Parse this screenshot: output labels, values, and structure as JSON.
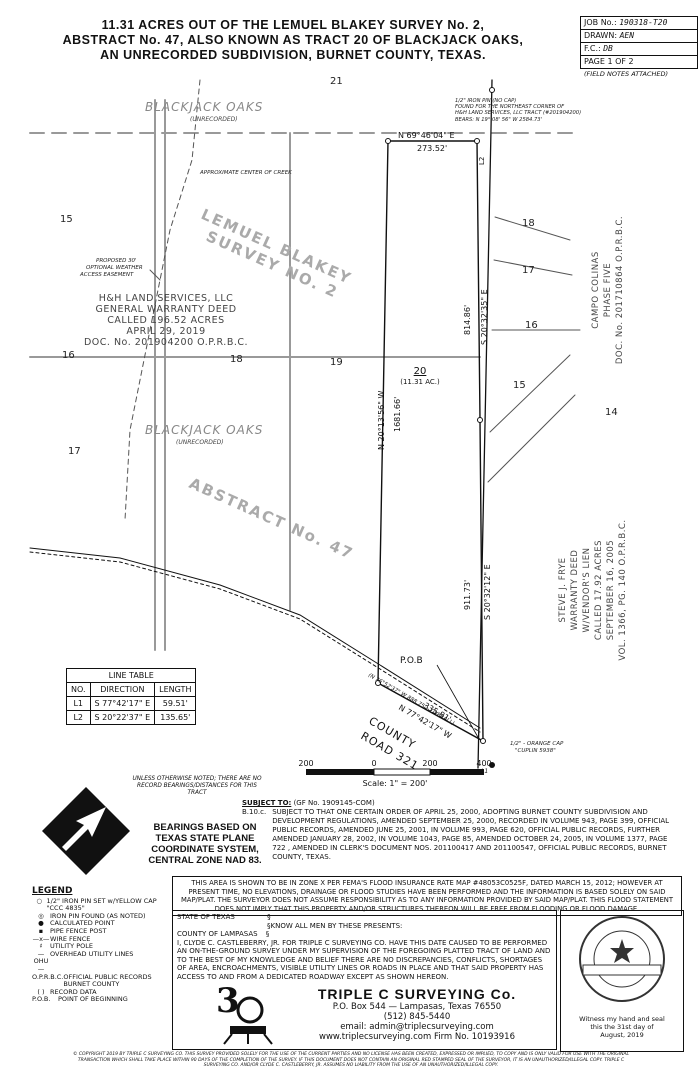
{
  "title": {
    "line1": "11.31 ACRES OUT OF THE LEMUEL BLAKEY SURVEY No. 2,",
    "line2": "ABSTRACT No. 47, ALSO KNOWN AS TRACT 20 OF BLACKJACK OAKS,",
    "line3": "AN UNRECORDED SUBDIVISION, BURNET COUNTY, TEXAS."
  },
  "job": {
    "job_label": "JOB No.:",
    "job_value": "190318-T20",
    "drawn_label": "DRAWN:",
    "drawn_value": "AEN",
    "fc_label": "F.C.:",
    "fc_value": "DB",
    "page": "PAGE 1 OF 2",
    "field_notes": "(FIELD NOTES ATTACHED)"
  },
  "map": {
    "lot21": "21",
    "lot15w": "15",
    "lot16w": "16",
    "lot18": "18",
    "lot19": "19",
    "lot17w": "17",
    "lot18e": "18",
    "lot17e": "17",
    "lot16e": "16",
    "lot15e": "15",
    "lot14e": "14",
    "tract_num": "20",
    "tract_area": "(11.31 AC.)",
    "blackjack1": "BLACKJACK OAKS",
    "unrecorded1": "(UNRECORDED)",
    "blackjack2": "BLACKJACK OAKS",
    "unrecorded2": "(UNRECORDED)",
    "lemuel1": "LEMUEL BLAKEY",
    "lemuel2": "SURVEY NO. 2",
    "abstract": "ABSTRACT No. 47",
    "creek": "APPROXIMATE CENTER OF CREEK",
    "easement1": "PROPOSED 30'",
    "easement2": "OPTIONAL WEATHER",
    "easement3": "ACCESS EASEMENT",
    "hh1": "H&H LAND SERVICES, LLC",
    "hh2": "GENERAL WARRANTY DEED",
    "hh3": "CALLED 196.52 ACRES",
    "hh4": "APRIL 29, 2019",
    "hh5": "DOC. No. 201904200 O.P.R.B.C.",
    "pin1": "1/2\" IRON PIN (NO CAP)",
    "pin2": "FOUND FOR THE NORTHEAST CORNER OF",
    "pin3": "H&H LAND SERVICES, LLC TRACT (#201904200)",
    "pin4": "BEARS: N 19° 08' 56\" W  2584.73'",
    "north_brg": "N 69°46'04\" E",
    "north_dist": "273.52'",
    "west_brg": "N 20°13'56\" W",
    "west_dist": "1681.66'",
    "east1_dist": "814.86'",
    "east1_brg": "S 20°32'35\" E",
    "east2_dist": "911.73'",
    "east2_brg": "S 20°32'12\" E",
    "south_dist": "335.81'",
    "south_brg": "N 77°42'17\" W",
    "called": "(N 76°52'37\" W 888.75' - OVERALL)",
    "road1": "COUNTY",
    "road2": "ROAD 321",
    "pob": "P.O.B",
    "l1": "L1",
    "l2": "L2",
    "orange1": "1/2\" - ORANGE CAP",
    "orange2": "\"CUPLIN 5938\"",
    "campo1": "CAMPO COLINAS",
    "campo2": "PHASE FIVE",
    "campo3": "DOC. No. 201710864 O.P.R.B.C.",
    "frye1": "STEVE J. FRYE",
    "frye2": "WARRANTY DEED",
    "frye3": "W/VENDOR'S LIEN",
    "frye4": "CALLED 17.92 ACRES",
    "frye5": "SEPTEMBER 16, 2005",
    "frye6": "VOL. 1366, PG. 140 O.P.R.B.C.",
    "scale_200l": "200",
    "scale_0": "0",
    "scale_200": "200",
    "scale_400": "400",
    "scale_text": "Scale:  1\" = 200'"
  },
  "line_table": {
    "title": "LINE TABLE",
    "headers": [
      "NO.",
      "DIRECTION",
      "LENGTH"
    ],
    "rows": [
      [
        "L1",
        "S  77°42'17\"  E",
        "59.51'"
      ],
      [
        "L2",
        "S  20°22'37\"  E",
        "135.65'"
      ]
    ]
  },
  "unless": "UNLESS OTHERWISE NOTED; THERE ARE NO RECORD BEARINGS/DISTANCES FOR THIS TRACT",
  "bearings": [
    "BEARINGS BASED ON",
    "TEXAS STATE PLANE",
    "COORDINATE SYSTEM,",
    "CENTRAL ZONE NAD 83."
  ],
  "subject": {
    "heading": "SUBJECT TO:",
    "gf": "(GF No. 1909145-COM)",
    "code": "B.10.c.",
    "body": "SUBJECT TO THAT ONE CERTAIN ORDER OF APRIL 25, 2000, ADOPTING BURNET COUNTY SUBDIVISION AND DEVELOPMENT REGULATIONS, AMENDED SEPTEMBER 25, 2000, RECORDED IN VOLUME 943, PAGE 399, OFFICIAL PUBLIC RECORDS, AMENDED JUNE 25, 2001, IN VOLUME 993, PAGE 620, OFFICIAL PUBLIC RECORDS, FURTHER AMENDED JANUARY 28, 2002, IN VOLUME 1043, PAGE 85, AMENDED OCTOBER 24, 2005, IN VOLUME 1377, PAGE 722 , AMENDED IN CLERK'S DOCUMENT NOS. 201100417 AND 201100547, OFFICIAL PUBLIC RECORDS, BURNET COUNTY, TEXAS."
  },
  "flood": "THIS AREA IS SHOWN TO BE IN ZONE X PER FEMA'S FLOOD INSURANCE RATE MAP #48053C0525F, DATED MARCH 15, 2012; HOWEVER AT PRESENT TIME, NO ELEVATIONS, DRAINAGE OR FLOOD STUDIES HAVE BEEN PERFORMED AND THE INFORMATION IS BASED SOLELY ON SAID MAP/PLAT. THE SURVEYOR DOES NOT ASSUME RESPONSIBILITY AS TO ANY INFORMATION PROVIDED BY SAID MAP/PLAT. THIS FLOOD STATEMENT DOES NOT IMPLY THAT THIS PROPERTY AND/OR STRUCTURES THEREON WILL BE FREE FROM FLOODING OR FLOOD DAMAGE.",
  "cert": {
    "state": "STATE OF TEXAS",
    "sym": "§",
    "know": "§KNOW ALL MEN BY THESE PRESENTS:",
    "county": "COUNTY OF LAMPASAS",
    "body": "I, CLYDE C. CASTLEBERRY, JR. FOR TRIPLE C SURVEYING CO. HAVE THIS DATE CAUSED TO BE PERFORMED AN ON-THE-GROUND SURVEY UNDER MY SUPERVISION OF THE FOREGOING PLATTED TRACT OF LAND AND TO THE BEST OF MY KNOWLEDGE AND BELIEF THERE ARE NO DISCREPANCIES, CONFLICTS, SHORTAGES OF AREA, ENCROACHMENTS, VISIBLE UTILITY LINES OR ROADS IN PLACE AND THAT SAID PROPERTY HAS ACCESS TO AND FROM A DEDICATED ROADWAY EXCEPT AS SHOWN HEREON."
  },
  "company": {
    "name": "TRIPLE C SURVEYING Co.",
    "addr": "P.O. Box 544 — Lampasas, Texas 76550",
    "phone": "(512) 845-5440",
    "email": "email: admin@triplecsurveying.com",
    "web": "www.triplecsurveying.com   Firm No. 10193916"
  },
  "seal": {
    "witness1": "Witness my hand and seal",
    "witness2": "this the 31st day of",
    "witness3": "August, 2019"
  },
  "legend": {
    "title": "LEGEND",
    "items": [
      {
        "sym": "○",
        "text": "1/2\" IRON PIN SET w/YELLOW CAP \"CCC 4835\""
      },
      {
        "sym": "◎",
        "text": "IRON PIN FOUND (AS NOTED)"
      },
      {
        "sym": "●",
        "text": "CALCULATED POINT"
      },
      {
        "sym": "▪",
        "text": "PIPE FENCE POST"
      },
      {
        "sym": "—x—",
        "text": "WIRE FENCE"
      },
      {
        "sym": "♯",
        "text": "UTILITY POLE"
      },
      {
        "sym": "—OHU—",
        "text": "OVERHEAD UTILITY LINES"
      },
      {
        "sym": "O.P.R.B.C.",
        "text": "OFFICIAL PUBLIC RECORDS BURNET COUNTY"
      },
      {
        "sym": "( )",
        "text": "RECORD DATA"
      },
      {
        "sym": "P.O.B.",
        "text": "POINT OF BEGINNING"
      }
    ]
  },
  "copyright": "© COPYRIGHT 2019 BY TRIPLE C SURVEYING CO. THIS SURVEY PROVIDED SOLELY FOR THE USE OF THE CURRENT PARTIES AND NO LICENSE HAS BEEN CREATED, EXPRESSED OR IMPLIED, TO COPY AND IS ONLY VALID FOR USE WITH THE ORIGINAL TRANSACTION WHICH SHALL TAKE PLACE WITHIN 90 DAYS OF THE COMPLETION OF THE SURVEY. IF THIS DOCUMENT DOES NOT CONTAIN AN ORIGINAL RED STAMPED SEAL OF THE SURVEYOR, IT IS AN UNAUTHORIZED/ILLEGAL COPY. TRIPLE C SURVEYING CO. AND/OR CLYDE C. CASTLEBERRY, JR. ASSUMES NO LIABILITY FROM THE USE OF AN UNAUTHORIZED/ILLEGAL COPY."
}
